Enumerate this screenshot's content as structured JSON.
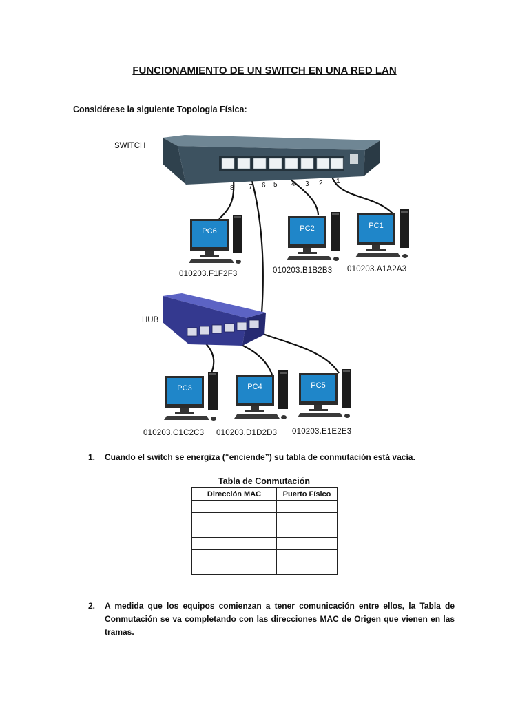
{
  "title": "FUNCIONAMIENTO DE UN SWITCH EN UNA RED LAN",
  "intro": "Considérese la siguiente Topologia Física:",
  "diagram": {
    "switch_label": "SWITCH",
    "hub_label": "HUB",
    "port_numbers": [
      "8",
      "7",
      "6",
      "5",
      "4",
      "3",
      "2",
      "1"
    ],
    "pcs": [
      {
        "name": "PC6",
        "mac": "010203.F1F2F3"
      },
      {
        "name": "PC2",
        "mac": "010203.B1B2B3"
      },
      {
        "name": "PC1",
        "mac": "010203.A1A2A3"
      },
      {
        "name": "PC3",
        "mac": "010203.C1C2C3"
      },
      {
        "name": "PC4",
        "mac": "010203.D1D2D3"
      },
      {
        "name": "PC5",
        "mac": "010203.E1E2E3"
      }
    ]
  },
  "items": [
    {
      "number": "1.",
      "text": "Cuando el switch se energiza (“enciende”) su tabla de conmutación está vacía."
    },
    {
      "number": "2.",
      "text": "A medida que los equipos comienzan a tener comunicación entre ellos, la Tabla de Conmutación se va completando con las direcciones MAC de Origen que vienen en las tramas."
    }
  ],
  "table": {
    "caption": "Tabla de Conmutación",
    "headers": [
      "Dirección MAC",
      "Puerto Físico"
    ],
    "empty_rows": 6
  },
  "colors": {
    "switch_body": "#3d5260",
    "hub_body": "#3a3f9a",
    "monitor_screen": "#1f86c9",
    "cable": "#111111"
  }
}
